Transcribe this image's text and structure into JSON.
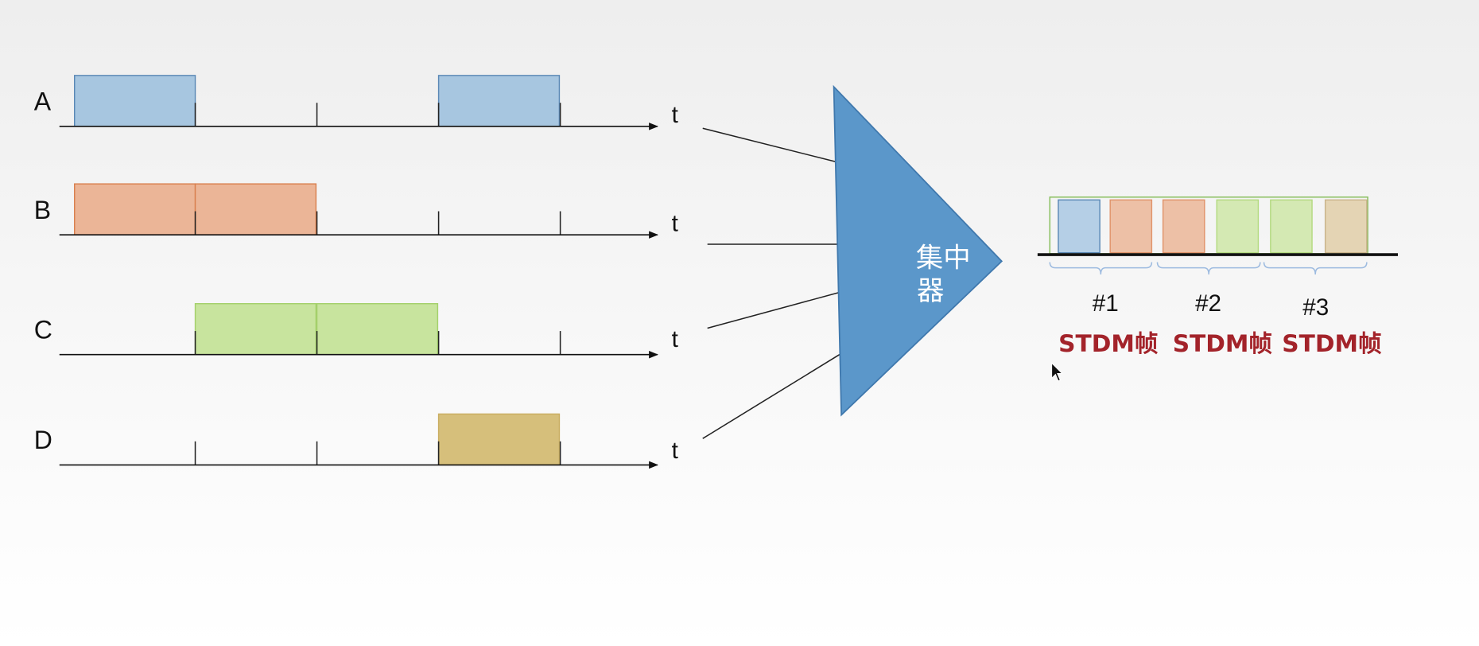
{
  "channels": [
    {
      "label": "A",
      "axis_label": "t",
      "slots": [
        1,
        4
      ],
      "color": "#a7c6e0",
      "stroke": "#5a88b5"
    },
    {
      "label": "B",
      "axis_label": "t",
      "slots": [
        1,
        2
      ],
      "color": "#ebb597",
      "stroke": "#d9804f"
    },
    {
      "label": "C",
      "axis_label": "t",
      "slots": [
        2,
        3
      ],
      "color": "#c8e49e",
      "stroke": "#a4d06a"
    },
    {
      "label": "D",
      "axis_label": "t",
      "slots": [
        4
      ],
      "color": "#d6bf7b",
      "stroke": "#c9ad60"
    }
  ],
  "concentrator": {
    "line1": "集中",
    "line2": "器",
    "color": "#5b97ca"
  },
  "frame_units": [
    {
      "source": "A",
      "color": "#b5cfe6",
      "stroke": "#5a88b5"
    },
    {
      "source": "B",
      "color": "#edc0a6",
      "stroke": "#e0936a"
    },
    {
      "source": "B",
      "color": "#edc0a6",
      "stroke": "#e0936a"
    },
    {
      "source": "C",
      "color": "#d4e9b3",
      "stroke": "#b3da7f"
    },
    {
      "source": "C",
      "color": "#d4e9b3",
      "stroke": "#b3da7f"
    },
    {
      "source": "D",
      "color": "#e4d4b4",
      "stroke": "#c9b38a"
    }
  ],
  "frames": [
    {
      "number": "#1",
      "label": "STDM帧"
    },
    {
      "number": "#2",
      "label": "STDM帧"
    },
    {
      "number": "#3",
      "label": "STDM帧"
    }
  ]
}
